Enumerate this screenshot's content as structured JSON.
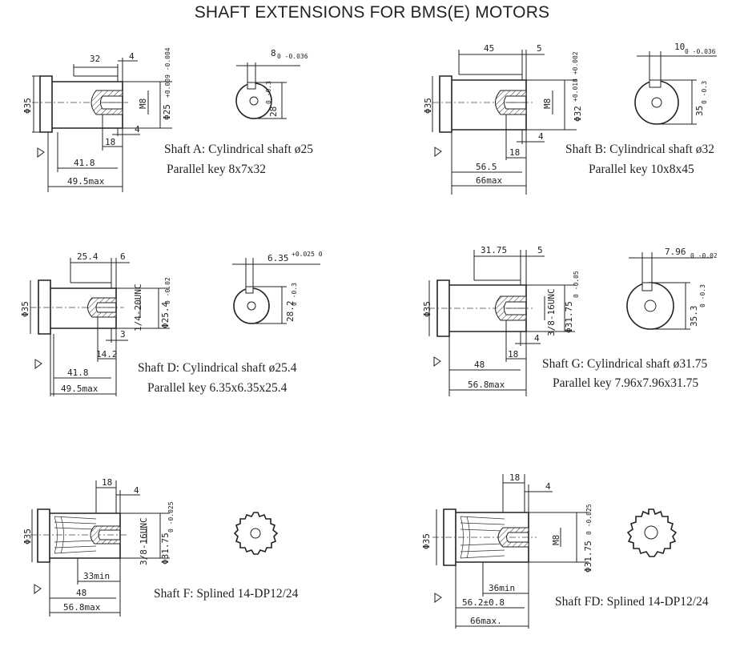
{
  "title": "SHAFT EXTENSIONS FOR BMS(E)  MOTORS",
  "shafts": [
    {
      "id": "A",
      "caption_line1": "Shaft A: Cylindrical shaft ø25",
      "caption_line2": "Parallel key 8x7x32",
      "dims": {
        "keylen": "32",
        "keyoff": "4",
        "body_dia": "Φ35",
        "thread": "M8",
        "shaft_dia": "Φ25",
        "shaft_tol": "+0.009 -0.004",
        "thread_depth": "18",
        "thread_off": "4",
        "len1": "41.8",
        "len2": "49.5max",
        "key_w": "8",
        "key_w_tol": "0 -0.036",
        "key_h": "28",
        "key_h_tol": "0 -0.3"
      }
    },
    {
      "id": "B",
      "caption_line1": "Shaft B: Cylindrical shaft ø32",
      "caption_line2": "Parallel key 10x8x45",
      "dims": {
        "keylen": "45",
        "keyoff": "5",
        "body_dia": "Φ35",
        "thread": "M8",
        "shaft_dia": "Φ32",
        "shaft_tol": "+0.018 +0.002",
        "thread_depth": "18",
        "thread_off": "4",
        "len1": "56.5",
        "len2": "66max",
        "key_w": "10",
        "key_w_tol": "0 -0.036",
        "key_h": "35",
        "key_h_tol": "0 -0.3"
      }
    },
    {
      "id": "D",
      "caption_line1": "Shaft D: Cylindrical shaft ø25.4",
      "caption_line2": "Parallel key 6.35x6.35x25.4",
      "dims": {
        "keylen": "25.4",
        "keyoff": "6",
        "body_dia": "Φ35",
        "thread": "1/4-20UNC",
        "shaft_dia": "Φ25.4",
        "shaft_tol": "0 -0.02",
        "thread_depth": "14.2",
        "thread_off": "3",
        "len1": "41.8",
        "len2": "49.5max",
        "key_w": "6.35",
        "key_w_tol": "+0.025 0",
        "key_h": "28.2",
        "key_h_tol": "0 -0.3"
      }
    },
    {
      "id": "G",
      "caption_line1": "Shaft G: Cylindrical shaft ø31.75",
      "caption_line2": "Parallel key 7.96x7.96x31.75",
      "dims": {
        "keylen": "31.75",
        "keyoff": "5",
        "body_dia": "Φ35",
        "thread": "3/8-16UNC",
        "shaft_dia": "Φ31.75",
        "shaft_tol": "0 -0.05",
        "thread_depth": "18",
        "thread_off": "4",
        "len1": "48",
        "len2": "56.8max",
        "key_w": "7.96",
        "key_w_tol": "0 -0.02",
        "key_h": "35.3",
        "key_h_tol": "0 -0.3"
      }
    },
    {
      "id": "F",
      "caption_line1": "Shaft F: Splined 14-DP12/24",
      "dims": {
        "thread_depth": "18",
        "thread_off": "4",
        "body_dia": "Φ35",
        "thread": "3/8-16UNC",
        "shaft_dia": "Φ31.75",
        "shaft_tol": "0 -0.025",
        "spline_len": "33min",
        "len1": "48",
        "len2": "56.8max"
      }
    },
    {
      "id": "FD",
      "caption_line1": "Shaft FD: Splined 14-DP12/24",
      "dims": {
        "thread_depth": "18",
        "thread_off": "4",
        "body_dia": "Φ35",
        "thread": "M8",
        "shaft_dia": "Φ31.75",
        "shaft_tol": "0 -0.025",
        "spline_len": "36min",
        "len1": "56.2±0.8",
        "len2": "66max."
      }
    }
  ]
}
